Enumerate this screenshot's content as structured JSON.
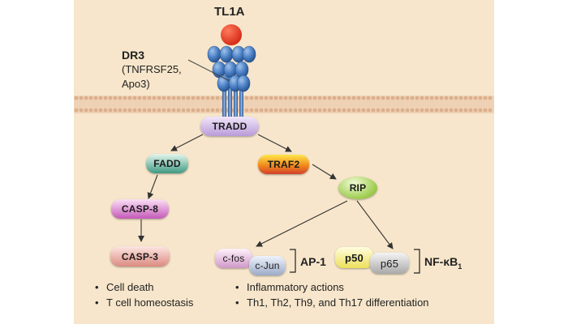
{
  "ligand": {
    "name": "TL1A",
    "color": "#e8402a"
  },
  "receptor": {
    "name": "DR3",
    "aliases_line1": "(TNFRSF25,",
    "aliases_line2": "Apo3)",
    "color": "#3f79c2"
  },
  "nodes": {
    "tradd": "TRADD",
    "fadd": "FADD",
    "traf2": "TRAF2",
    "casp8": "CASP-8",
    "rip": "RIP",
    "casp3": "CASP-3",
    "cfos": "c-fos",
    "cjun": "c-Jun",
    "p50": "p50",
    "p65": "p65"
  },
  "complexes": {
    "ap1": "AP-1",
    "nfkb": "NF-κB",
    "nfkb_sub": "1"
  },
  "outcomes": {
    "left": [
      "Cell death",
      "T cell homeostasis"
    ],
    "right": [
      "Inflammatory actions",
      "Th1, Th2, Th9, and Th17 differentiation"
    ]
  },
  "colors": {
    "background": "#f7e6cb",
    "membrane": "#e8c7a6"
  }
}
